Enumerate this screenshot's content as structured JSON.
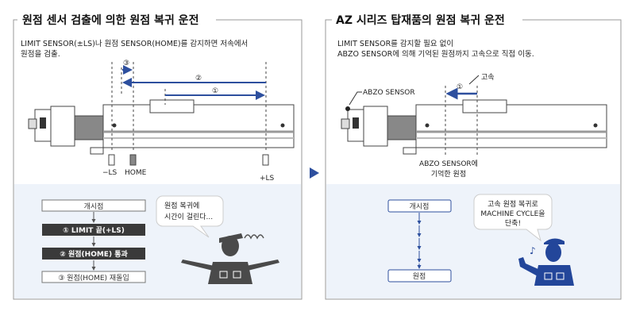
{
  "colors": {
    "accent_blue": "#2d4f9e",
    "panel_bg": "#eef3fa",
    "dark_box": "#3a3a3a",
    "figure_gray": "#4a4a4a",
    "figure_blue": "#23469a"
  },
  "left": {
    "title": "원점 센서 검출에 의한 원점 복귀 운전",
    "desc_line1": "LIMIT SENSOR(±LS)나 원점 SENSOR(HOME)를 감지하면 저속에서",
    "desc_line2": "원점을 검출.",
    "arrows": [
      "③",
      "②",
      "①"
    ],
    "sensors": [
      "−LS",
      "HOME",
      "+LS"
    ],
    "flow": [
      "개시점",
      "① LIMIT 끝(+LS)",
      "② 원점(HOME) 통과",
      "③ 원점(HOME) 재돌입"
    ],
    "bubble_line1": "원점 복귀에",
    "bubble_line2": "시간이 걸린다..."
  },
  "right": {
    "title": "AZ 시리즈 탑재품의 원점 복귀 운전",
    "desc_line1": "LIMIT SENSOR를 감지할 필요 없이",
    "desc_line2": "ABZO SENSOR에 의해 기억된 원점까지 고속으로 직접 이동.",
    "arrow": "①",
    "speed_label": "고속",
    "abzo_label": "ABZO SENSOR",
    "origin_line1": "ABZO SENSOR에",
    "origin_line2": "기억한 원점",
    "flow": [
      "개시점",
      "원점"
    ],
    "bubble_line1": "고속 원점 복귀로",
    "bubble_line2": "MACHINE CYCLE을",
    "bubble_line3": "단축!",
    "note_icon": "♪"
  }
}
